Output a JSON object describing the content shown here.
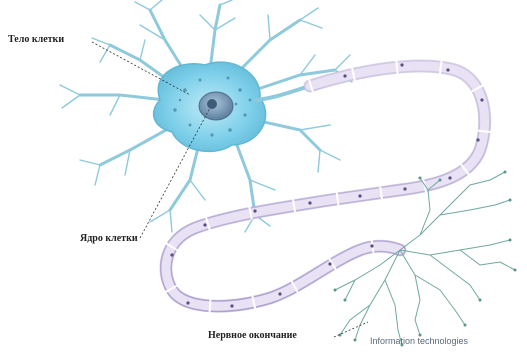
{
  "labels": {
    "cell_body": "Тело клетки",
    "nucleus": "Ядро клетки",
    "nerve_ending": "Нервное окончание"
  },
  "watermark": "Information technologies",
  "colors": {
    "cell_body": "#7fd0ea",
    "cell_body_edge": "#5fb8d6",
    "dendrite": "#8ec9dc",
    "nucleus": "#6a8fb0",
    "axon_fill": "#ddd6ee",
    "axon_edge": "#9b8fbf",
    "terminal": "#6fa8a0"
  }
}
